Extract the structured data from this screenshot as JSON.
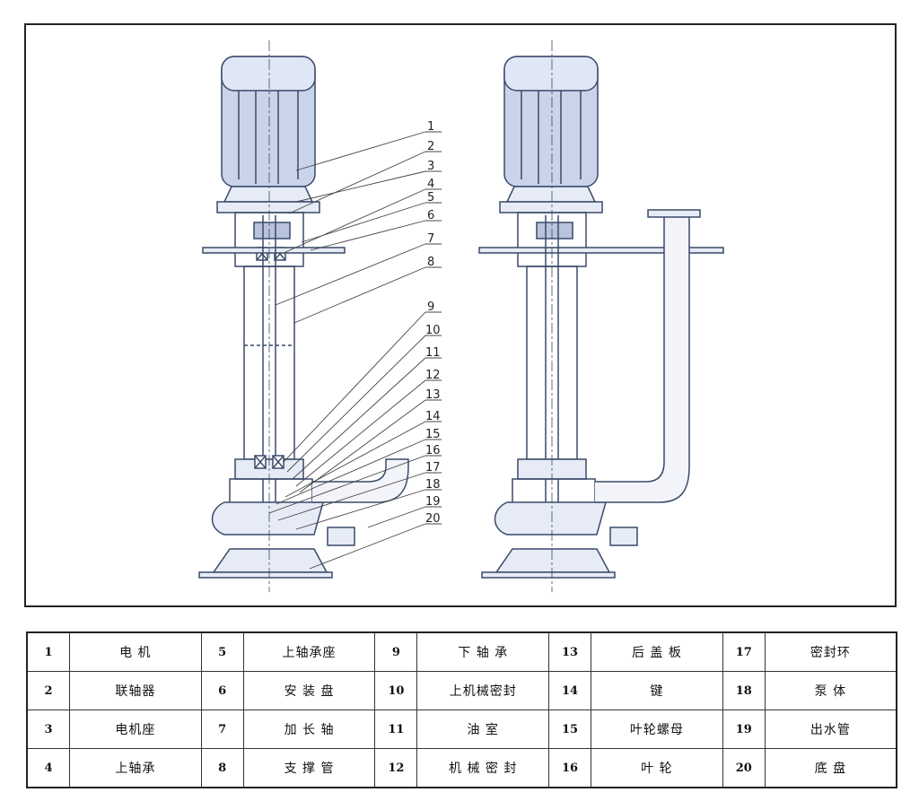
{
  "callouts": [
    "1",
    "2",
    "3",
    "4",
    "5",
    "6",
    "7",
    "8",
    "9",
    "10",
    "11",
    "12",
    "13",
    "14",
    "15",
    "16",
    "17",
    "18",
    "19",
    "20"
  ],
  "parts": [
    {
      "num": "1",
      "name": "电 机"
    },
    {
      "num": "2",
      "name": "联轴器"
    },
    {
      "num": "3",
      "name": "电机座"
    },
    {
      "num": "4",
      "name": "上轴承"
    },
    {
      "num": "5",
      "name": "上轴承座"
    },
    {
      "num": "6",
      "name": "安 装 盘"
    },
    {
      "num": "7",
      "name": "加 长 轴"
    },
    {
      "num": "8",
      "name": "支 撑 管"
    },
    {
      "num": "9",
      "name": "下 轴 承"
    },
    {
      "num": "10",
      "name": "上机械密封"
    },
    {
      "num": "11",
      "name": "油 室"
    },
    {
      "num": "12",
      "name": "机 械 密 封"
    },
    {
      "num": "13",
      "name": "后 盖 板"
    },
    {
      "num": "14",
      "name": "键"
    },
    {
      "num": "15",
      "name": "叶轮螺母"
    },
    {
      "num": "16",
      "name": "叶 轮"
    },
    {
      "num": "17",
      "name": "密封环"
    },
    {
      "num": "18",
      "name": "泵 体"
    },
    {
      "num": "19",
      "name": "出水管"
    },
    {
      "num": "20",
      "name": "底 盘"
    }
  ]
}
